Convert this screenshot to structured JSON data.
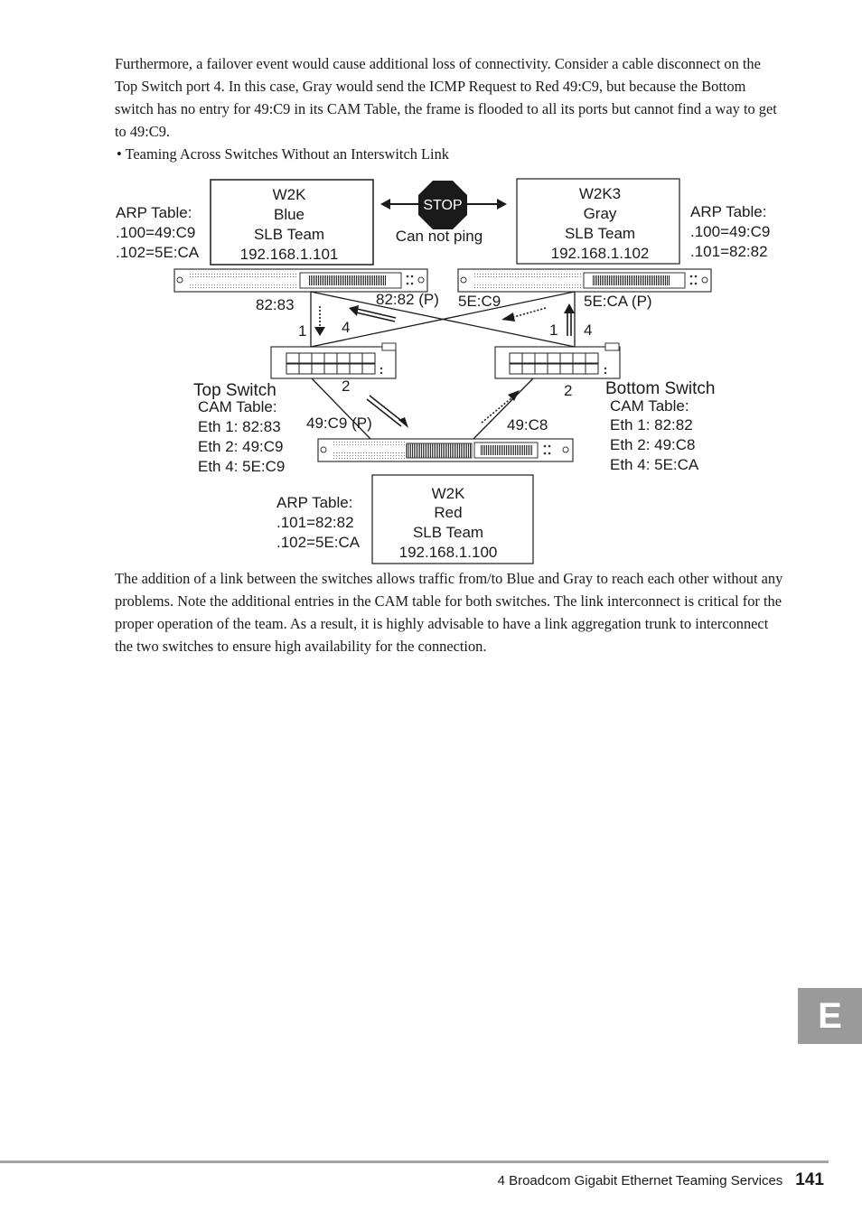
{
  "intro_paragraph": "Furthermore, a failover event would cause additional loss of connectivity. Consider a cable disconnect on the Top Switch port 4. In this case, Gray would send the ICMP Request to Red 49:C9, but because the Bottom switch has no entry for 49:C9 in its CAM Table, the frame is flooded to all its ports but cannot find a way to get to 49:C9.",
  "bullet": "•  Teaming Across Switches Without an Interswitch Link",
  "diagram": {
    "blue": {
      "box": [
        "W2K",
        "Blue",
        "SLB Team",
        "192.168.1.101"
      ],
      "arp": [
        "ARP Table:",
        ".100=49:C9",
        ".102=5E:CA"
      ]
    },
    "gray": {
      "box": [
        "W2K3",
        "Gray",
        "SLB Team",
        "192.168.1.102"
      ],
      "arp": [
        "ARP Table:",
        ".100=49:C9",
        ".101=82:82"
      ]
    },
    "red": {
      "box": [
        "W2K",
        "Red",
        "SLB Team",
        "192.168.1.100"
      ],
      "arp": [
        "ARP Table:",
        ".101=82:82",
        ".102=5E:CA"
      ]
    },
    "stop_label": "STOP",
    "cannot_ping": "Can not ping",
    "top_switch": {
      "title": "Top Switch",
      "cam": [
        "CAM Table:",
        "Eth 1: 82:83",
        "Eth 2: 49:C9",
        "Eth 4: 5E:C9"
      ],
      "port1": "1",
      "port4": "4",
      "port2": "2"
    },
    "bottom_switch": {
      "title": "Bottom Switch",
      "cam": [
        "CAM Table:",
        "Eth 1: 82:82",
        "Eth 2: 49:C8",
        "Eth 4: 5E:CA"
      ],
      "port1": "1",
      "port4": "4",
      "port2": "2"
    },
    "mac_labels": {
      "blue_nic1": "82:83",
      "blue_nic2": "82:82 (P)",
      "gray_nic1": "5E:C9",
      "gray_nic2": "5E:CA (P)",
      "red_nic1": "49:C9 (P)",
      "red_nic2": "49:C8"
    }
  },
  "closing_paragraph": "The addition of a link between the switches allows traffic from/to Blue and Gray to reach each other without any problems. Note the additional entries in the CAM table for both switches. The link interconnect is critical for the proper operation of the team. As a result, it is highly advisable to have a link aggregation trunk to interconnect the two switches to ensure high availability for the connection.",
  "side_tab": "E",
  "footer": {
    "chapter": "4  Broadcom Gigabit Ethernet Teaming Services",
    "page": "141"
  }
}
